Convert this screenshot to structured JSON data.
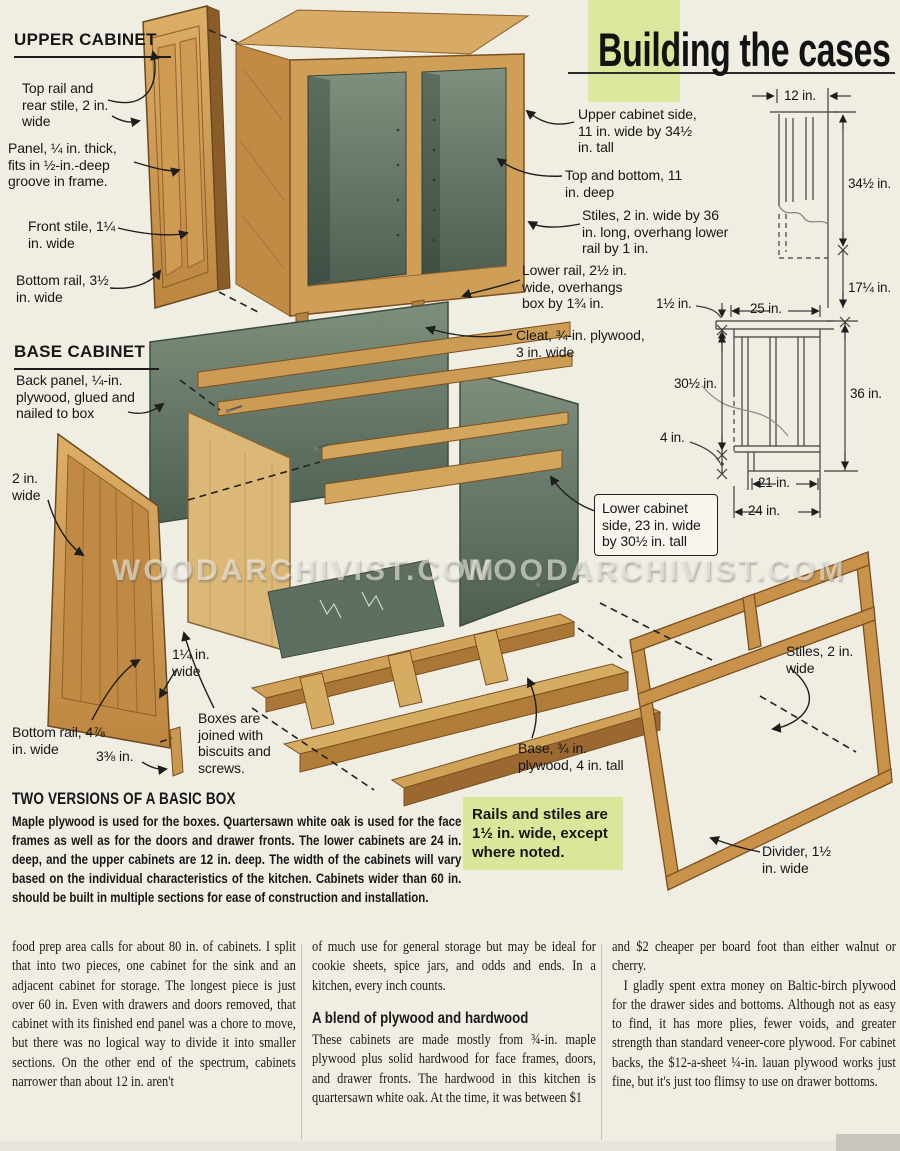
{
  "page_title": "Building the cases",
  "watermark": "WOODARCHIVIST.COM",
  "upper_cabinet": {
    "heading": "UPPER CABINET",
    "callouts": {
      "top_rail": "Top rail and rear stile, 2 in. wide",
      "panel": "Panel, ¼ in. thick, fits in ½-in.-deep groove in frame.",
      "front_stile": "Front stile, 1¼ in. wide",
      "bottom_rail": "Bottom rail, 3½ in. wide",
      "side": "Upper cabinet side, 11 in. wide by 34½ in. tall",
      "top_bottom": "Top and bottom, 11 in. deep",
      "stiles": "Stiles, 2 in. wide by 36 in. long, overhang lower rail by 1 in.",
      "lower_rail": "Lower rail, 2½ in. wide, overhangs box by 1¾ in."
    },
    "dimensions": {
      "width": "12 in.",
      "side_height": "34½ in.",
      "overhang": "17¼ in."
    }
  },
  "base_cabinet": {
    "heading": "BASE CABINET",
    "callouts": {
      "back_panel": "Back panel, ¼-in. plywood, glued and nailed to box",
      "stile_width": "2 in. wide",
      "cleat": "Cleat, ¾-in. plywood, 3 in. wide",
      "side": "Lower cabinet side, 23 in. wide by 30½ in. tall",
      "front_stile": "1¼ in. wide",
      "joinery": "Boxes are joined with biscuits and screws.",
      "bottom_rail": "Bottom rail, 4⅞ in. wide",
      "stub_stile": "3⅜ in.",
      "base": "Base, ¾ in. plywood, 4 in. tall",
      "face_stiles": "Stiles, 2 in. wide",
      "divider": "Divider, 1½ in. wide"
    },
    "dimensions": {
      "counter_thickness": "1½ in.",
      "top_depth": "25 in.",
      "side_height": "30½ in.",
      "total_height": "36 in.",
      "base_height": "4 in.",
      "base_depth": "21 in.",
      "depth": "24 in."
    },
    "note": "Rails and stiles are 1½ in. wide, except where noted."
  },
  "sidebar_box": {
    "heading": "TWO VERSIONS OF A BASIC BOX",
    "body": "Maple plywood is used for the boxes. Quartersawn white oak is used for the face frames as well as for the doors and drawer fronts. The lower cabinets are 24 in. deep, and the upper cabinets are 12 in. deep. The width of the cabinets will vary based on the individual characteristics of the kitchen. Cabinets wider than 60 in. should be built in multiple sections for ease of construction and installation."
  },
  "article": {
    "col1": "food prep area calls for about 80 in. of cabinets. I split that into two pieces, one cabinet for the sink and an adjacent cabinet for storage. The longest piece is just over 60 in. Even with drawers and doors removed, that cabinet with its finished end panel was a chore to move, but there was no logical way to divide it into smaller sections. On the other end of the spectrum, cabinets narrower than about 12 in. aren't",
    "col2_p1": "of much use for general storage but may be ideal for cookie sheets, spice jars, and odds and ends. In a kitchen, every inch counts.",
    "col2_heading": "A blend of plywood and hardwood",
    "col2_p2": "These cabinets are made mostly from ¾-in. maple plywood plus solid hardwood for face frames, doors, and drawer fronts. The hardwood in this kitchen is quartersawn white oak. At the time, it was between $1",
    "col3_p1": "and $2 cheaper per board foot than either walnut or cherry.",
    "col3_p2": "I gladly spent extra money on Baltic-birch plywood for the drawer sides and bottoms. Although not as easy to find, it has more plies, fewer voids, and greater strength than standard veneer-core plywood. For cabinet backs, the $12-a-sheet ¼-in. lauan plywood works just fine, but it's just too flimsy to use on drawer bottoms."
  },
  "colors": {
    "highlight": "#dae79c",
    "wood": "#c89050",
    "panel_green": "#5f7260",
    "paper": "#f0ede3"
  }
}
